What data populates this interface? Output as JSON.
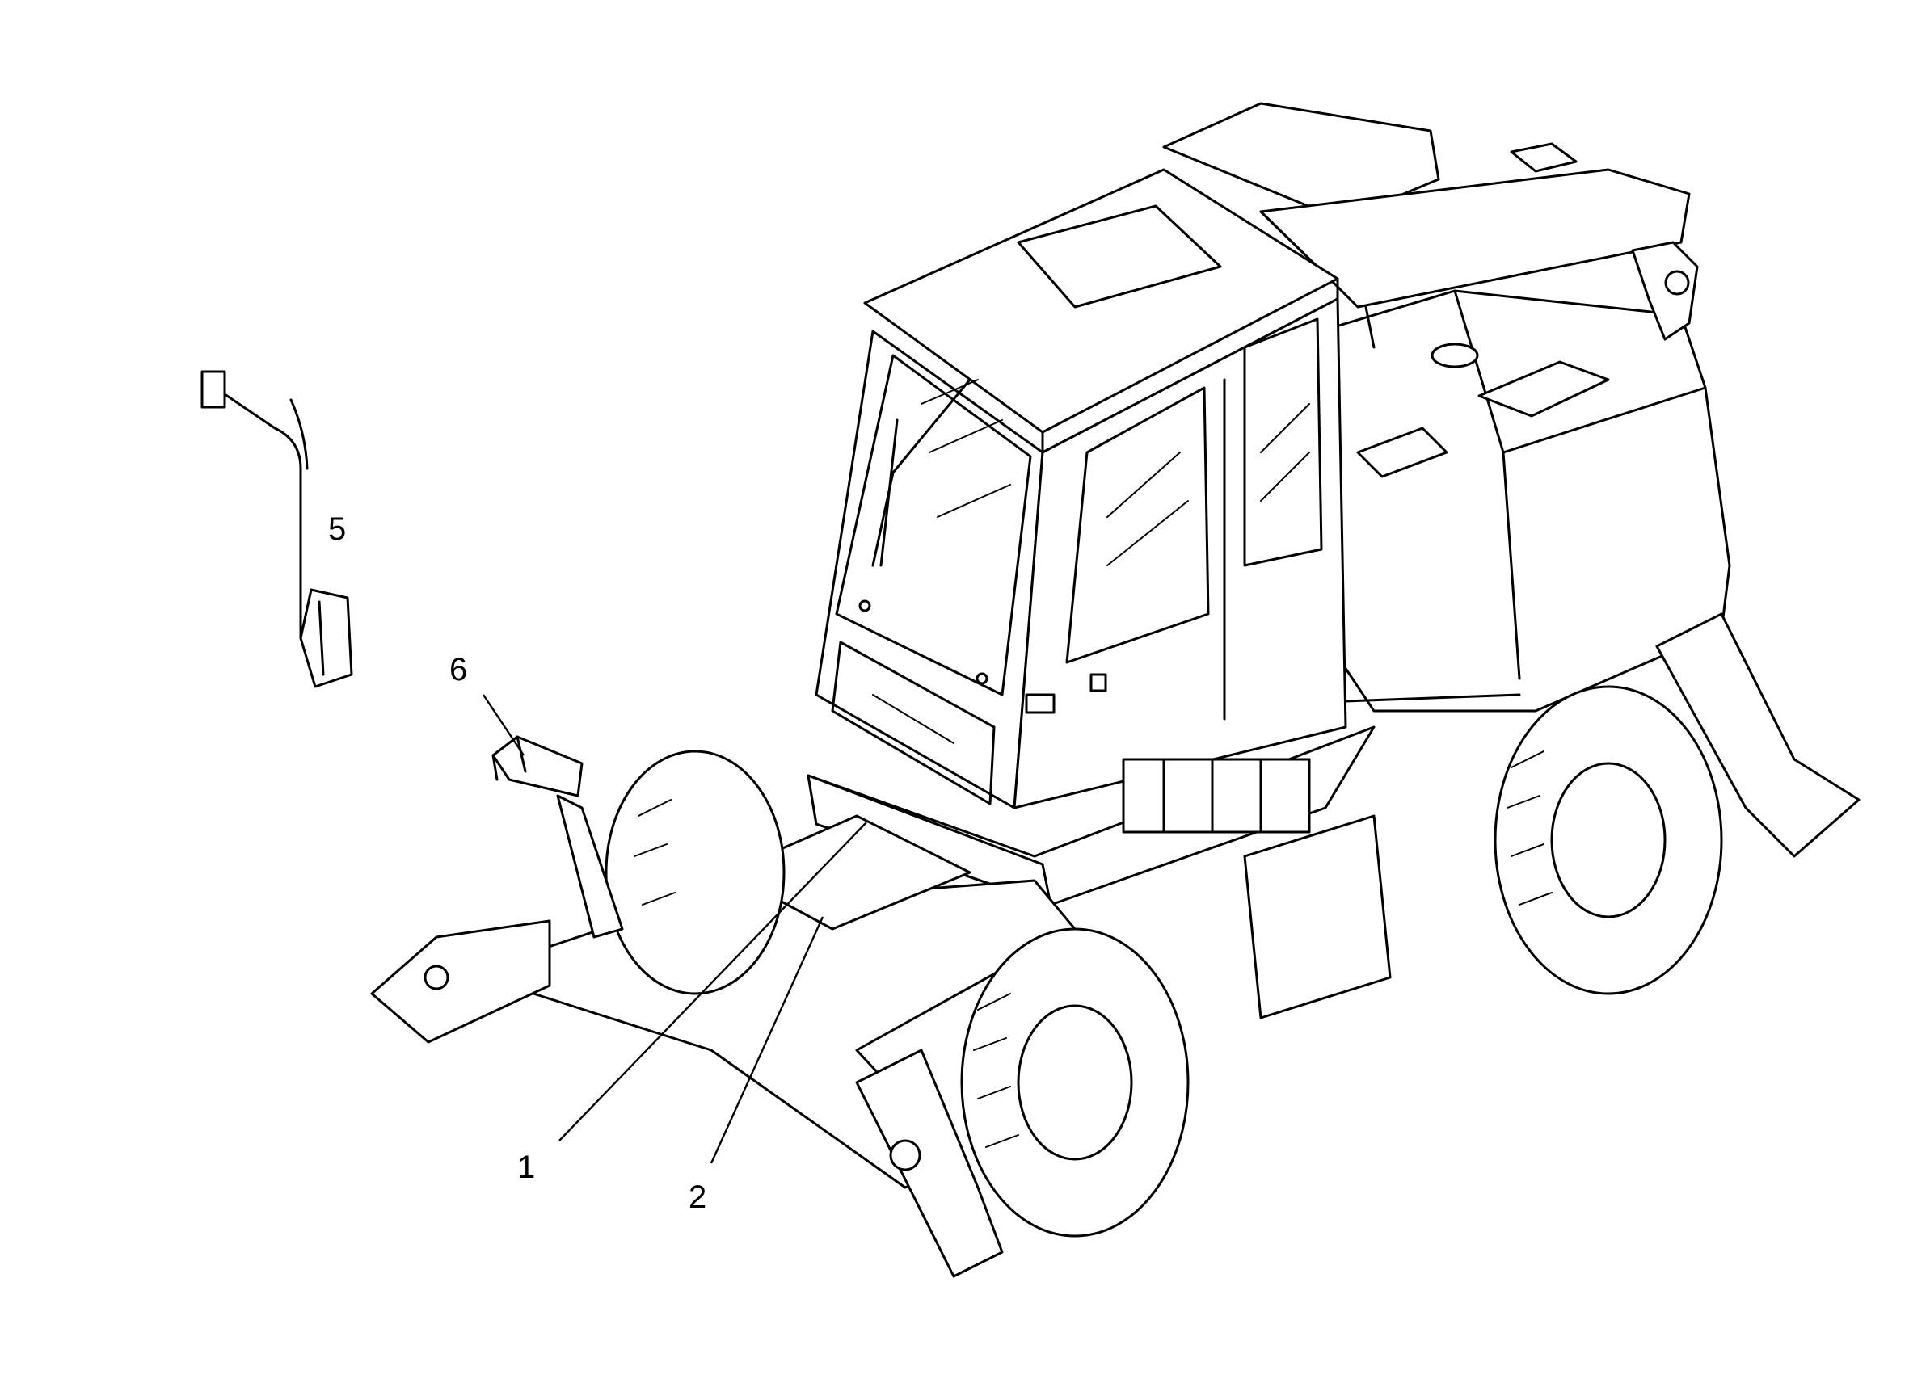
{
  "callouts": {
    "c1": "1",
    "c2": "2",
    "c5": "5",
    "c6": "6"
  },
  "colors": {
    "line": "#000000",
    "background": "#ffffff"
  }
}
